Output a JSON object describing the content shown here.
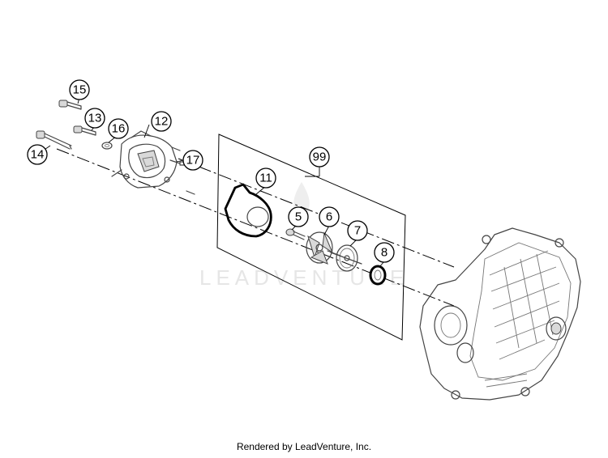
{
  "callouts": [
    "15",
    "13",
    "16",
    "12",
    "14",
    "17",
    "99",
    "11",
    "5",
    "6",
    "7",
    "8"
  ],
  "watermark": "LEADVENTURE",
  "footer": "Rendered by LeadVenture, Inc."
}
